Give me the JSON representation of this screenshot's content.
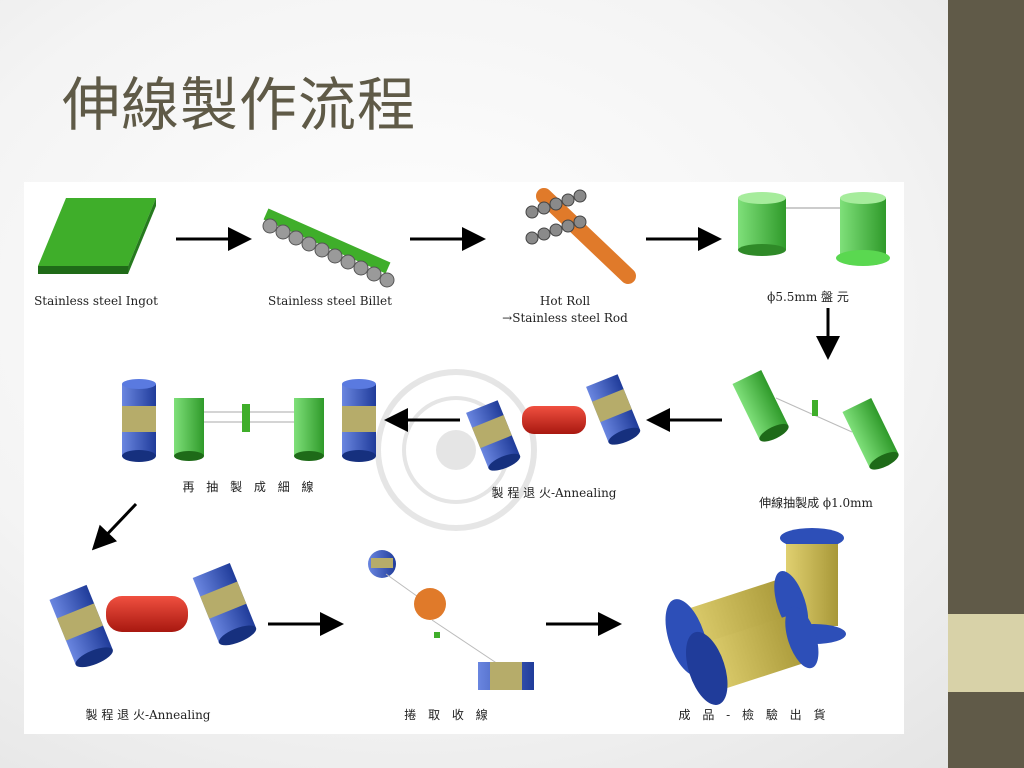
{
  "slide": {
    "title": "伸線製作流程",
    "colors": {
      "sidebar": "#605a48",
      "accent": "#d8d2a8",
      "title": "#5f5a47"
    }
  },
  "diagram": {
    "steps": {
      "ingot": "Stainless steel Ingot",
      "billet": "Stainless steel Billet",
      "hot_roll": "Hot Roll",
      "rod": "Stainless steel Rod",
      "coil": "ϕ5.5mm 盤 元",
      "draw1": "伸線抽製成 ϕ1.0mm",
      "anneal1": "製 程 退 火-Annealing",
      "fine_draw": "再 抽 製 成 細 線",
      "anneal2": "製 程 退 火-Annealing",
      "take_up": "捲 取 收 線",
      "inspection": "成 品 - 檢 驗 出 貨"
    },
    "colors": {
      "green": "#3fae2a",
      "blue": "#2d4fb8",
      "red": "#d62a20",
      "orange": "#e07a2a",
      "yellow": "#c8b848"
    }
  }
}
